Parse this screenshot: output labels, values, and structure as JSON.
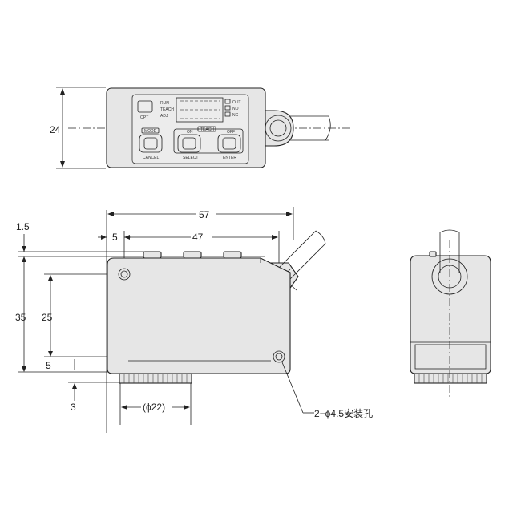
{
  "top_view": {
    "dim_height": "24",
    "panel": {
      "labels_left": [
        "RUN",
        "TEACH",
        "ADJ"
      ],
      "labels_right": [
        "OUT",
        "NO",
        "NC"
      ],
      "btn_opt": "OPT",
      "group_label": "MODE",
      "tab_label": "TEACH",
      "on_label": "ON",
      "off_label": "OFF",
      "cancel_label": "CANCEL",
      "select_label": "SELECT",
      "enter_label": "ENTER"
    }
  },
  "front_view": {
    "dim_57": "57",
    "dim_47": "47",
    "dim_5_top": "5",
    "dim_1_5": "1.5",
    "dim_35": "35",
    "dim_25": "25",
    "dim_5_bottom": "5",
    "dim_3": "3",
    "dim_phi22": "(ϕ22)",
    "hole_note": "2−ϕ4.5安装孔"
  }
}
